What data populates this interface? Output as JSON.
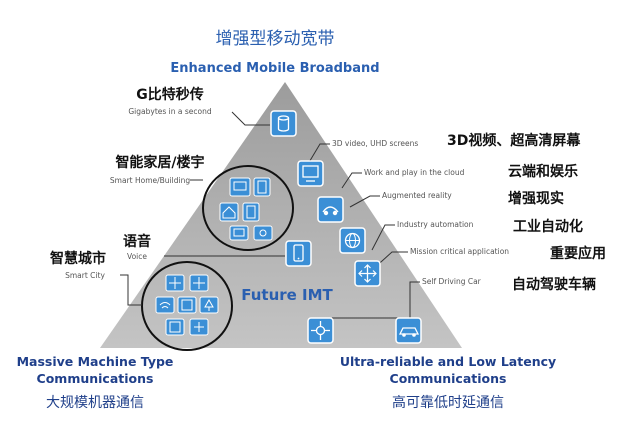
{
  "title_cn": "增强型移动宽带",
  "title_en": "Enhanced Mobile Broadband",
  "center_label": "Future IMT",
  "corner_left_en_1": "Massive Machine Type",
  "corner_left_en_2": "Communications",
  "corner_left_cn": "大规模机器通信",
  "corner_right_en_1": "Ultra-reliable and Low Latency",
  "corner_right_en_2": "Communications",
  "corner_right_cn": "高可靠低时延通信",
  "left_labels": {
    "gbps_cn": "G比特秒传",
    "gbps_en": "Gigabytes in a second",
    "home_cn": "智能家居/楼宇",
    "home_en": "Smart Home/Building",
    "voice_cn": "语音",
    "voice_en": "Voice",
    "city_cn": "智慧城市",
    "city_en": "Smart City"
  },
  "right_labels": {
    "video_en": "3D video, UHD screens",
    "video_cn": "3D视频、超高清屏幕",
    "cloud_en": "Work and play in the cloud",
    "cloud_cn": "云端和娱乐",
    "ar_en": "Augmented reality",
    "ar_cn": "增强现实",
    "industry_en": "Industry automation",
    "industry_cn": "工业自动化",
    "mission_en": "Mission critical application",
    "mission_cn": "重要应用",
    "car_en": "Self Driving Car",
    "car_cn": "自动驾驶车辆"
  },
  "colors": {
    "triangle": "#b3b3b3",
    "icon_fill": "#3b8fd6",
    "title": "#2a5fb0",
    "corner": "#1f3f8a"
  }
}
